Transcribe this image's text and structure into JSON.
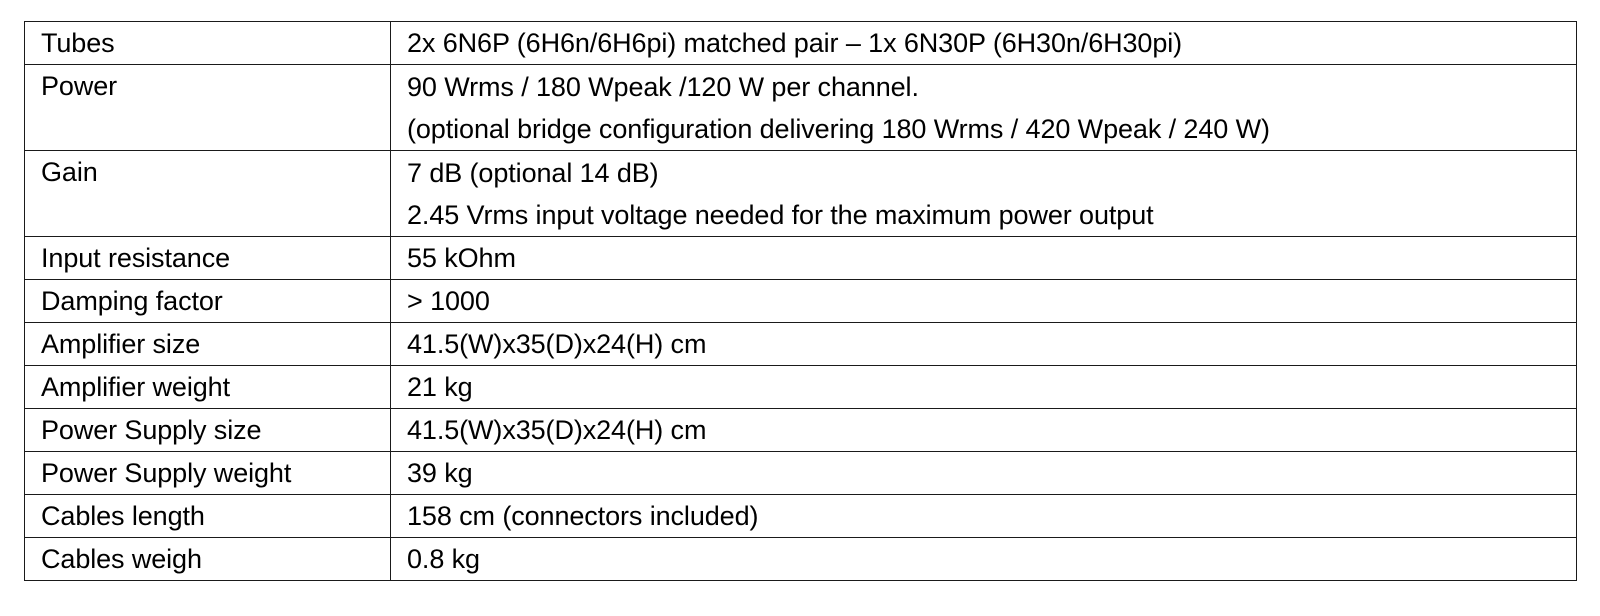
{
  "document": {
    "type": "specification-table",
    "background_color": "#ffffff",
    "text_color": "#000000",
    "border_color": "#1a1a1a"
  },
  "table": {
    "column_count": 2,
    "row_count": 11,
    "rows": [
      {
        "label": "Tubes",
        "lines": [
          "2x 6N6P (6H6n/6H6pi) matched pair – 1x 6N30P (6H30n/6H30pi)"
        ]
      },
      {
        "label": "Power",
        "lines": [
          "90 Wrms / 180 Wpeak /120 W per channel.",
          "(optional bridge configuration delivering 180 Wrms / 420 Wpeak / 240 W)"
        ]
      },
      {
        "label": "Gain",
        "lines": [
          "7 dB (optional 14 dB)",
          "2.45 Vrms input voltage needed for the maximum power output"
        ]
      },
      {
        "label": "Input resistance",
        "lines": [
          "55 kOhm"
        ]
      },
      {
        "label": "Damping factor",
        "lines": [
          "> 1000"
        ]
      },
      {
        "label": "Amplifier size",
        "lines": [
          "41.5(W)x35(D)x24(H) cm"
        ]
      },
      {
        "label": "Amplifier weight",
        "lines": [
          "21 kg"
        ]
      },
      {
        "label": "Power Supply size",
        "lines": [
          "41.5(W)x35(D)x24(H) cm"
        ]
      },
      {
        "label": "Power Supply weight",
        "lines": [
          "39 kg"
        ]
      },
      {
        "label": "Cables length",
        "lines": [
          "158 cm (connectors included)"
        ]
      },
      {
        "label": "Cables weigh",
        "lines": [
          "0.8 kg"
        ]
      }
    ]
  }
}
